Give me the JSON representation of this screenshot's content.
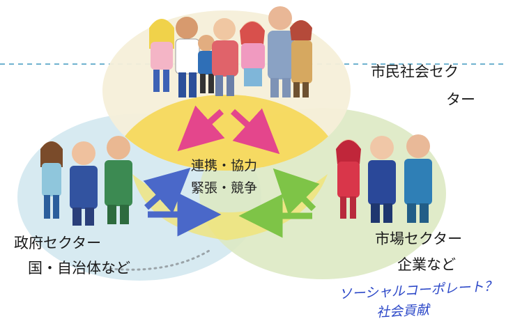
{
  "sectors": {
    "civil": {
      "line1": "市民社会セク",
      "line2": "ター"
    },
    "government": {
      "line1": "政府セクター",
      "line2": "国・自治体など"
    },
    "market": {
      "line1": "市場セクター",
      "line2": "企業など"
    }
  },
  "center": {
    "line1": "連携・協力",
    "line2": "緊張・競争"
  },
  "handwritten": {
    "line1": "ソーシャルコーポレート？",
    "line2": "社会貢献"
  },
  "colors": {
    "civil_circle": "#f5efd9",
    "government_circle": "#d3e8ef",
    "market_circle": "#dde9c3",
    "center_yellow": "#f6d64e",
    "arrow_pink": "#e4468c",
    "arrow_blue": "#4a68c9",
    "arrow_green": "#7ec447",
    "dashed_line": "#6fb2cf",
    "handwriting": "#2c48c8"
  },
  "icons": {
    "civil": "crowd-of-citizens-icon",
    "government": "officials-icon",
    "market": "business-people-icon"
  }
}
